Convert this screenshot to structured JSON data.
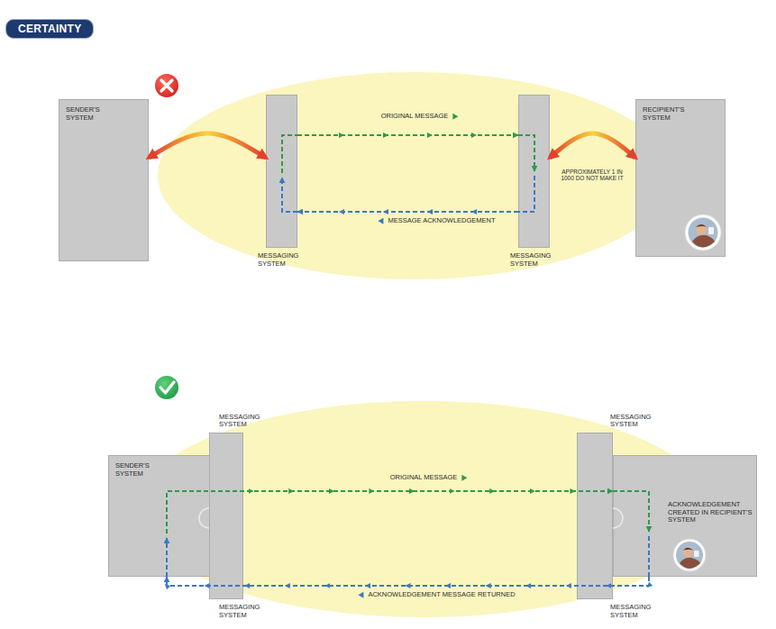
{
  "diagram": {
    "title": "CERTAINTY",
    "nodes": [
      {
        "text": [
          "SENDER'S SYSTEM"
        ]
      },
      {
        "text": [
          "MESSAGING SYSTEM"
        ]
      },
      {
        "text": [
          "MESSAGING SYSTEM"
        ]
      },
      {
        "text": [
          "RECIPIENT'S SYSTEM"
        ]
      },
      {
        "text": [
          "SENDER'S SYSTEM"
        ]
      },
      {
        "text": [
          "MESSAGING SYSTEM",
          "MESSAGING SYSTEM"
        ]
      },
      {
        "text": [
          "MESSAGING SYSTEM",
          "MESSAGING SYSTEM"
        ]
      },
      {
        "text": [
          "ACKNOWLEDGEMENT CREATED IN RECIPIENT'S SYSTEM"
        ]
      }
    ],
    "edges": [
      {
        "from": 0,
        "to": 1,
        "arrow": "both"
      },
      {
        "from": 1,
        "to": 2,
        "label": "ORIGINAL MESSAGE",
        "arrow": "to"
      },
      {
        "from": 2,
        "to": 1,
        "label": "MESSAGE ACKNOWLEDGEMENT",
        "arrow": "to"
      },
      {
        "from": 2,
        "to": 3,
        "label": "APPROXIMATELY 1 IN 1000 DO NOT MAKE IT",
        "arrow": "both"
      },
      {
        "from": 4,
        "to": 7,
        "label": "ORIGINAL MESSAGE",
        "arrow": "to"
      },
      {
        "from": 7,
        "to": 4,
        "label": "ACKNOWLEDGEMENT MESSAGE RETURNED",
        "arrow": "to"
      }
    ]
  }
}
